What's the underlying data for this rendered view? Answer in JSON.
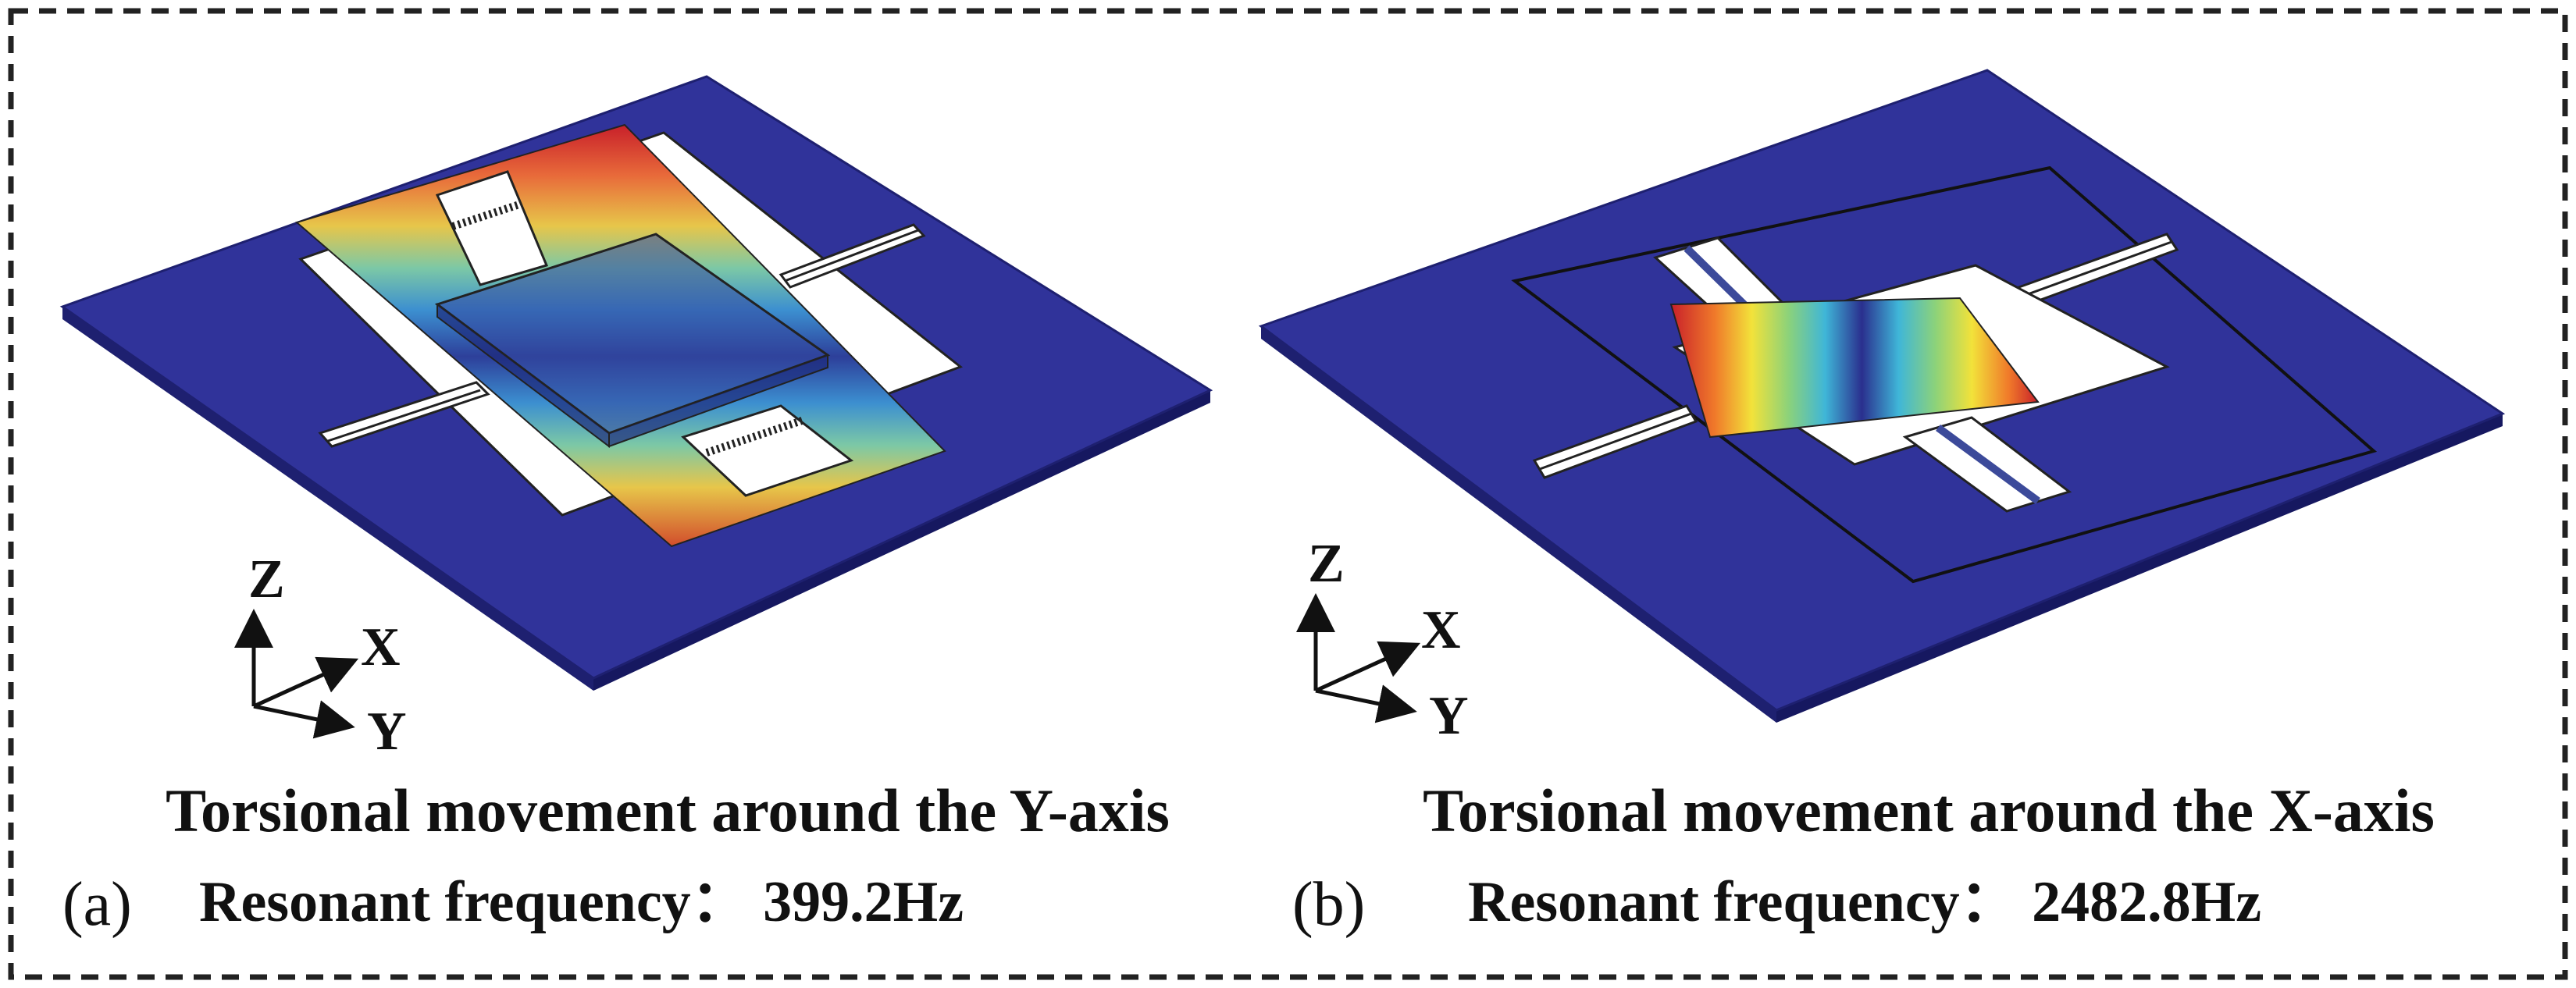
{
  "panels": [
    {
      "label": "(a)",
      "title": "Torsional movement around the Y-axis",
      "frequency": "Resonant frequency： 399.2Hz",
      "axes": {
        "z": "Z",
        "x": "X",
        "y": "Y"
      }
    },
    {
      "label": "(b)",
      "title": "Torsional movement around the X-axis",
      "frequency": "Resonant frequency： 2482.8Hz",
      "axes": {
        "z": "Z",
        "x": "X",
        "y": "Y"
      }
    }
  ],
  "colors": {
    "substrate": "#30339a",
    "substrate_edge": "#1e2070",
    "frame_border": "#222222",
    "gradient": [
      "#c8202a",
      "#f07a2a",
      "#f2e23a",
      "#8cd27a",
      "#3fb6d8",
      "#3a63c8",
      "#2a2f8e"
    ]
  }
}
